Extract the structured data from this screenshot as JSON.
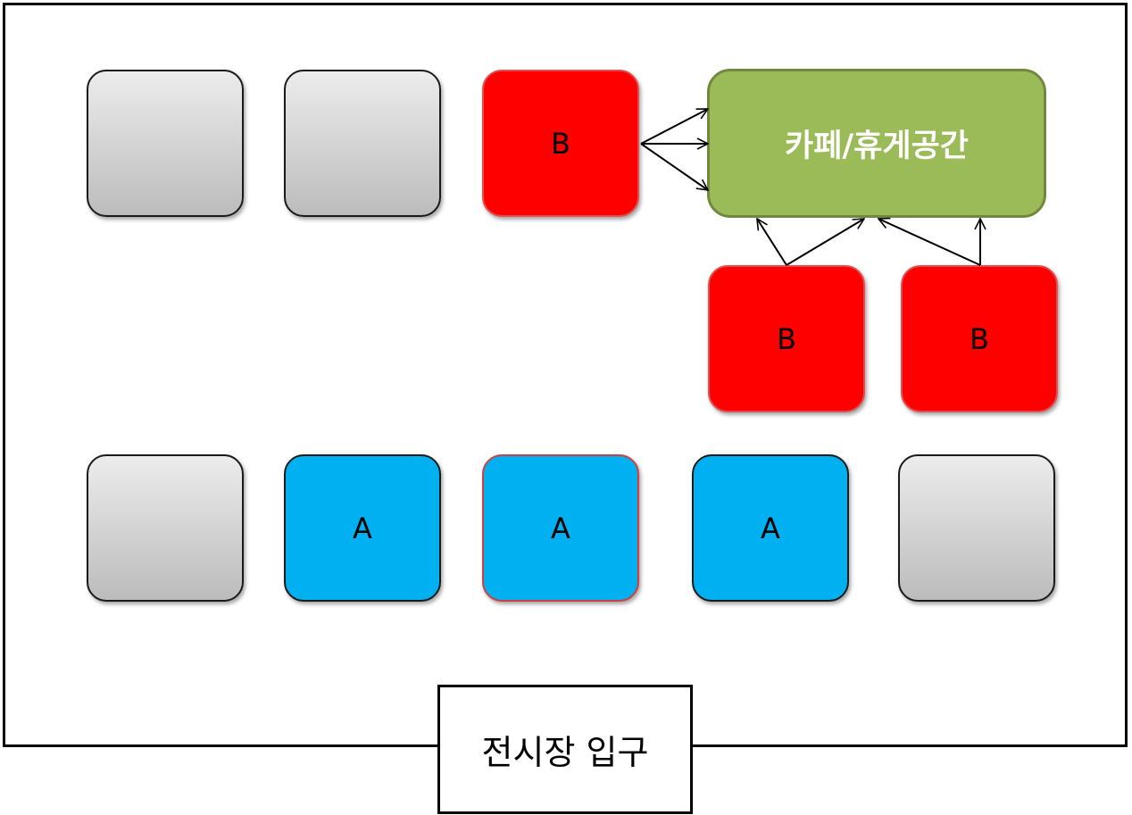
{
  "booths": [
    {
      "label": ""
    },
    {
      "label": ""
    },
    {
      "label": "B"
    },
    {
      "label": "B"
    },
    {
      "label": "B"
    },
    {
      "label": ""
    },
    {
      "label": "A"
    },
    {
      "label": "A"
    },
    {
      "label": "A"
    },
    {
      "label": ""
    }
  ],
  "cafe": {
    "label": "카페/휴게공간"
  },
  "entrance": {
    "label": "전시장 입구"
  },
  "colors": {
    "booth_a": "#00b0f0",
    "booth_b": "#ff0000",
    "cafe": "#9bbb59",
    "empty": "#d0d0d0"
  }
}
